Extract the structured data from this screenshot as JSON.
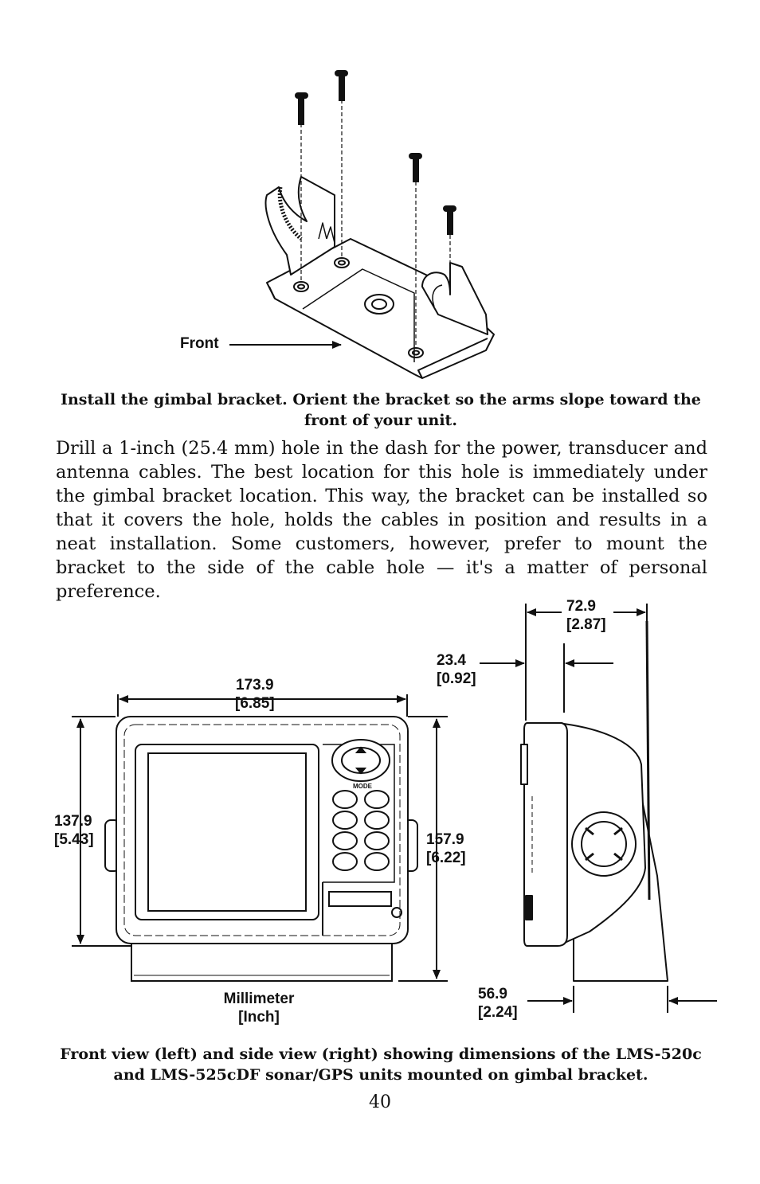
{
  "figure1": {
    "front_label": "Front",
    "caption": "Install the gimbal bracket. Orient the bracket so the arms slope toward the front of your unit."
  },
  "paragraph": "Drill a 1-inch (25.4 mm) hole in the dash for the power, transducer and antenna cables. The best location for this hole is immediately under the gimbal bracket location. This way, the bracket can be installed so that it covers the hole, holds the cables in position and results in a neat installation. Some customers, however, prefer to mount the bracket to the side of the cable hole — it's a matter of personal preference.",
  "figure2": {
    "width_mm": "173.9",
    "width_in": "[6.85]",
    "height_mm": "137.9",
    "height_in": "[5.43]",
    "total_height_mm": "157.9",
    "total_height_in": "[6.22]",
    "depth_mm": "72.9",
    "depth_in": "[2.87]",
    "bezel_mm": "23.4",
    "bezel_in": "[0.92]",
    "base_mm": "56.9",
    "base_in": "[2.24]",
    "units_top": "Millimeter",
    "units_bottom": "[Inch]",
    "keypad_label": "MODE",
    "caption": "Front view (left) and side view (right) showing dimensions of the LMS-520c and LMS-525cDF sonar/GPS units mounted on gimbal bracket."
  },
  "page_number": "40"
}
